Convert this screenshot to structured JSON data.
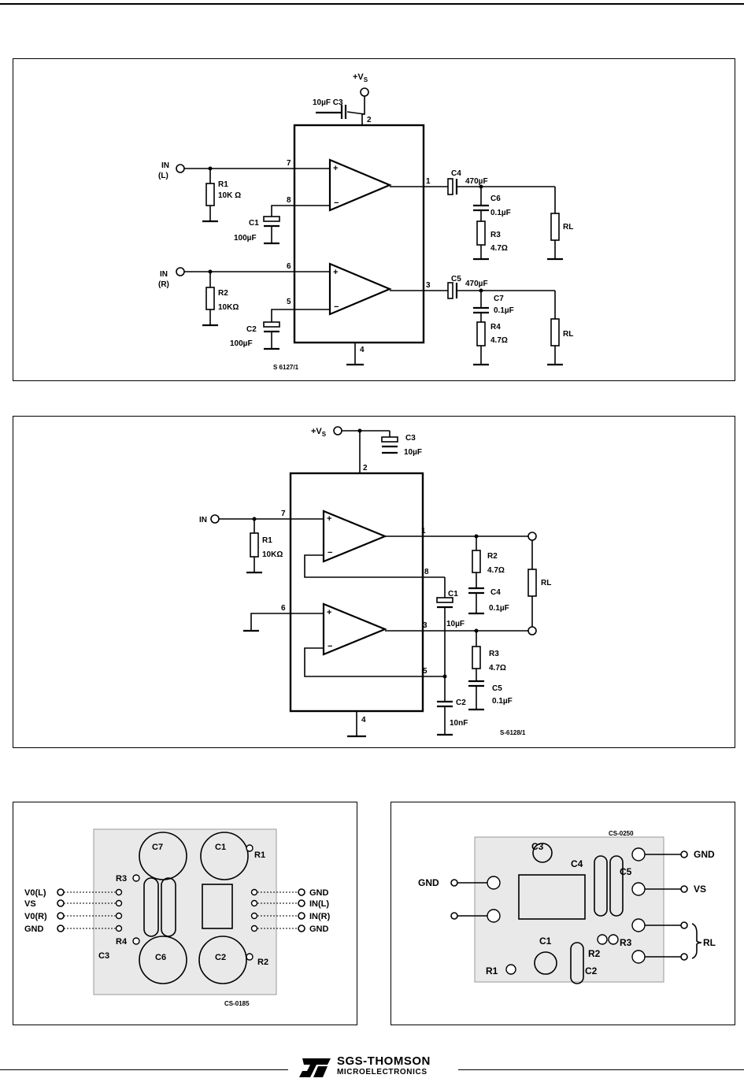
{
  "fig1": {
    "vs": "+V",
    "vs_sub": "S",
    "c3": "10µF C3",
    "pins": {
      "p2": "2",
      "p7": "7",
      "p8": "8",
      "p6": "6",
      "p5": "5",
      "p1": "1",
      "p3": "3",
      "p4": "4"
    },
    "in_l": "IN",
    "in_l_tag": "(L)",
    "in_r": "IN",
    "in_r_tag": "(R)",
    "r1": "R1",
    "r1_val": "10K Ω",
    "r2": "R2",
    "r2_val": "10KΩ",
    "c1": "C1",
    "c1_val": "100µF",
    "c2": "C2",
    "c2_val": "100µF",
    "c4": "C4",
    "c4_val": "470µF",
    "c5": "C5",
    "c5_val": "470µF",
    "c6": "C6",
    "c6_val": "0.1µF",
    "c7": "C7",
    "c7_val": "0.1µF",
    "r3": "R3",
    "r3_val": "4.7Ω",
    "r4": "R4",
    "r4_val": "4.7Ω",
    "rl": "RL",
    "code": "S 6127/1"
  },
  "fig2": {
    "vs": "+V",
    "vs_sub": "S",
    "c3": "C3",
    "c3_val": "10µF",
    "in": "IN",
    "r1": "R1",
    "r1_val": "10KΩ",
    "r2": "R2",
    "r2_val": "4.7Ω",
    "r3": "R3",
    "r3_val": "4.7Ω",
    "c4": "C4",
    "c4_val": "0.1µF",
    "c5": "C5",
    "c5_val": "0.1µF",
    "c1": "C1",
    "c1_val": "10µF",
    "c2": "C2",
    "c2_val": "10nF",
    "rl": "RL",
    "pins": {
      "p2": "2",
      "p7": "7",
      "p6": "6",
      "p1": "1",
      "p8": "8",
      "p3": "3",
      "p5": "5",
      "p4": "4"
    },
    "code": "S-6128/1"
  },
  "pcb1": {
    "left_labels": [
      "V0(L)",
      "VS",
      "V0(R)",
      "GND"
    ],
    "right_labels": [
      "GND",
      "IN(L)",
      "IN(R)",
      "GND"
    ],
    "parts": [
      "C7",
      "C1",
      "R1",
      "R3",
      "C3",
      "C6",
      "R4",
      "C2",
      "R2"
    ],
    "code": "CS-0185"
  },
  "pcb2": {
    "gnd_left": "GND",
    "right_labels": [
      "GND",
      "VS"
    ],
    "rl": "RL",
    "parts": [
      "C3",
      "C4",
      "C5",
      "C1",
      "R2",
      "R3",
      "R1",
      "C2"
    ],
    "code": "CS-0250"
  },
  "footer": {
    "brand": "SGS-THOMSON",
    "sub": "MICROELECTRONICS"
  }
}
